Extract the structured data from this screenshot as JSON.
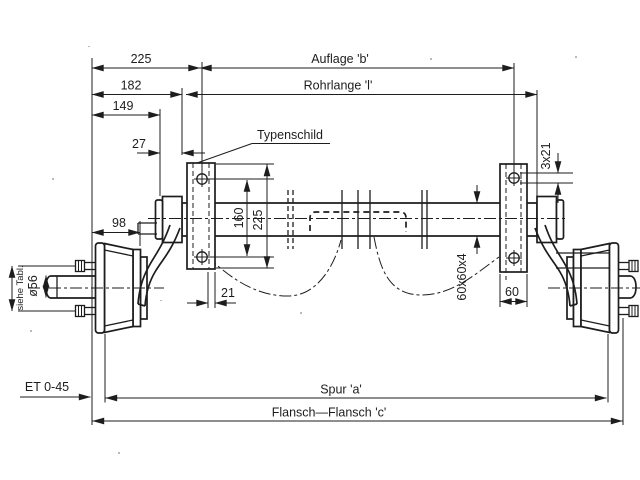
{
  "drawing": {
    "colors": {
      "background": "#ffffff",
      "ink": "#1d1d1d"
    },
    "labels": {
      "typenschild": "Typenschild",
      "auflage": "Auflage 'b'",
      "rohrlange": "Rohrlange 'l'",
      "spur": "Spur 'a'",
      "flansch": "Flansch—Flansch 'c'",
      "offset_et": "ET 0-45",
      "bolt_circle_note": "siehe Tabl."
    },
    "dims": {
      "top_225": "225",
      "top_182": "182",
      "top_149": "149",
      "top_27": "27",
      "left_98": "98",
      "plate_bolt_spacing_160": "160",
      "plate_height_225": "225",
      "plate_hole_21": "21",
      "slot_3x21": "3x21",
      "tube_section_60x60x4": "60x60x4",
      "plate_width_60": "60",
      "stub_diameter_56": "ø56"
    }
  }
}
